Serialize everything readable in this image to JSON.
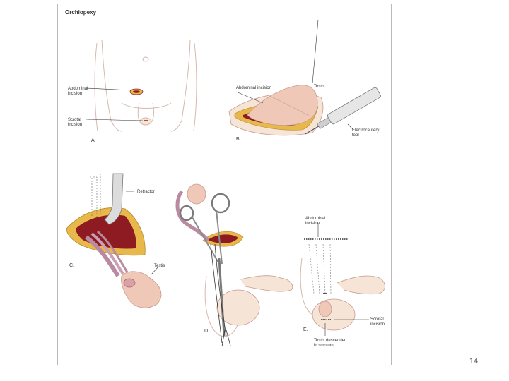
{
  "figure": {
    "title": "Orchiopexy",
    "panel_a": {
      "letter": "A.",
      "abdominal_incision": [
        "Abdominal",
        "incision"
      ],
      "scrotal_incision": [
        "Scrotal",
        "incision"
      ]
    },
    "panel_b": {
      "letter": "B.",
      "testis": "Testis",
      "abdominal_incision": "Abdominal incision",
      "electrocautery": [
        "Electrocautery",
        "tool"
      ]
    },
    "panel_c": {
      "letter": "C.",
      "retractor": "Retractor",
      "testis": "Testis"
    },
    "panel_d": {
      "letter": "D."
    },
    "panel_e": {
      "letter": "E.",
      "abdominal_incision": [
        "Abdominal",
        "incision"
      ],
      "scrotal_incision": [
        "Scrotal",
        "incision"
      ],
      "testis_descended": [
        "Testis descended",
        "in scrotum"
      ]
    }
  },
  "page_number": "14",
  "colors": {
    "skin": "#f6e4d6",
    "outline": "#c79a8e",
    "fat": "#e8b84a",
    "tissue": "#8e1b22",
    "testis": "#f0c8b8",
    "cord": "#b98aa0"
  }
}
